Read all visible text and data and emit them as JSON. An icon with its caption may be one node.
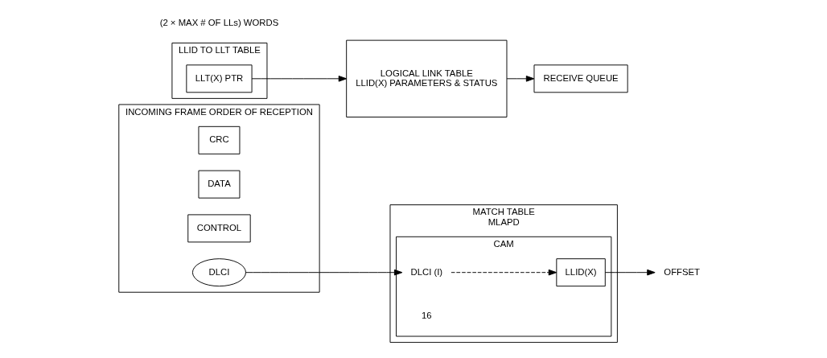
{
  "diagram": {
    "nodes": [
      {
        "text": [
          "INCOMING FRAME ORDER OF RECEPTION"
        ]
      },
      {
        "text": [
          "CRC"
        ],
        "in": 0
      },
      {
        "text": [
          "DATA"
        ],
        "in": 0
      },
      {
        "text": [
          "CONTROL"
        ],
        "in": 0
      },
      {
        "text": [
          "DLCI"
        ],
        "in": 0
      },
      {
        "text": [
          "MATCH TABLE",
          "MLAPD"
        ]
      },
      {
        "text": [
          "CAM"
        ],
        "in": 5,
        "beside": [
          "16"
        ]
      },
      {
        "text": [
          "DLCI (I)"
        ],
        "in": 6
      },
      {
        "text": [
          "LLID(X)"
        ],
        "in": 6
      },
      {
        "text": [
          "OFFSET"
        ]
      },
      {
        "text": [
          "LLID TO LLT TABLE"
        ]
      },
      {
        "text": [
          "LLT(X) PTR"
        ],
        "in": 10
      },
      {
        "text": [
          "LOGICAL LINK TABLE",
          "LLID(X) PARAMETERS & STATUS"
        ]
      },
      {
        "text": [
          "RECEIVE QUEUE"
        ]
      }
    ],
    "edges": [
      {
        "from": 4,
        "to": 7,
        "arrow": "to"
      },
      {
        "from": 7,
        "to": 8,
        "arrow": "to",
        "style": "dashed"
      },
      {
        "from": 8,
        "to": 9,
        "arrow": "to"
      },
      {
        "from": 11,
        "to": 12,
        "arrow": "to"
      },
      {
        "from": 12,
        "to": 13,
        "arrow": "to"
      }
    ],
    "labels": [
      "(2 × MAX # OF LLs) WORDS"
    ]
  }
}
